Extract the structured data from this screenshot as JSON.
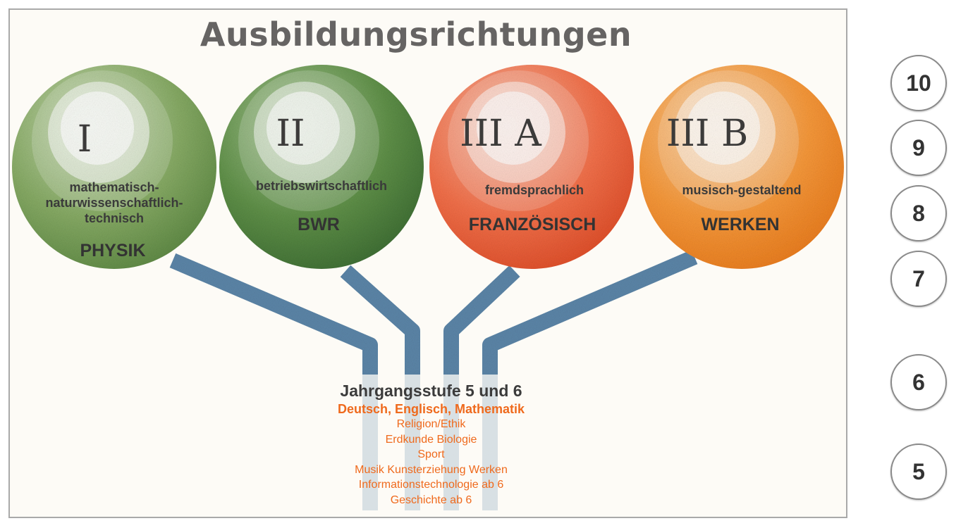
{
  "title": "Ausbildungsrichtungen",
  "branches": [
    {
      "numeral": "I",
      "description": "mathematisch-naturwissenschaftlich-technisch",
      "subject": "PHYSIK",
      "color": "#7ea35e"
    },
    {
      "numeral": "II",
      "description": "betriebswirtschaftlich",
      "subject": "BWR",
      "color": "#5d8c48"
    },
    {
      "numeral": "III A",
      "description": "fremdsprachlich",
      "subject": "FRANZÖSISCH",
      "color": "#f26a45"
    },
    {
      "numeral": "III B",
      "description": "musisch-gestaltend",
      "subject": "WERKEN",
      "color": "#f59a3a"
    }
  ],
  "base": {
    "heading": "Jahrgangsstufe 5 und 6",
    "core_subjects": "Deutsch, Englisch, Mathematik",
    "subjects": [
      "Religion/Ethik",
      "Erdkunde Biologie",
      "Sport",
      "Musik Kunsterziehung Werken",
      "Informationstechnologie ab 6",
      "Geschichte ab 6"
    ],
    "accent_color": "#ef6a1d"
  },
  "grades": [
    "10",
    "9",
    "8",
    "7",
    "6",
    "5"
  ],
  "trunk_color": "#4e7ba1"
}
